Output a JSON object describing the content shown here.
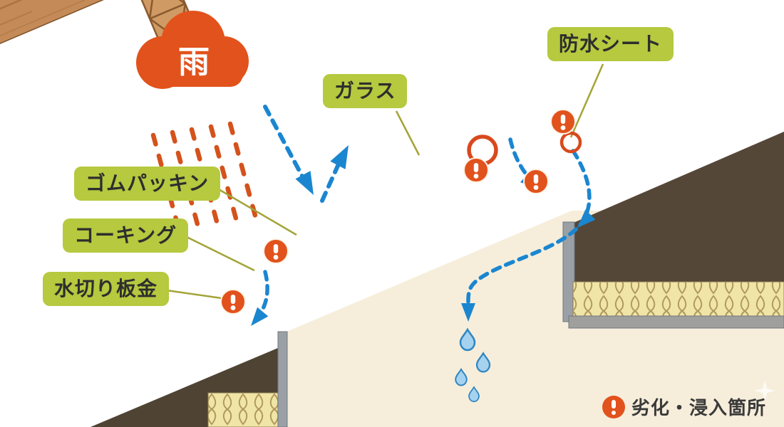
{
  "rain": {
    "label": "雨"
  },
  "labels": {
    "glass": "ガラス",
    "waterproof_sheet": "防水シート",
    "rubber_packing": "ゴムパッキン",
    "caulking": "コーキング",
    "flashing": "水切り板金"
  },
  "legend": {
    "text": "劣化・浸入箇所"
  },
  "icons": {
    "warning": "exclamation-badge",
    "rain_cloud": "cloud-icon",
    "water_drop": "droplet-icon",
    "highlight_ring": "circle-ring-icon",
    "sparkle": "star-icon"
  },
  "markers": {
    "warning_badge_count": 5,
    "highlight_ring_count": 2,
    "droplet_count": 4
  },
  "colors": {
    "accent_orange": "#e2521c",
    "label_green": "#b6c93f",
    "water_blue": "#1b86d0",
    "glass_blue": "#cde4f2",
    "wood_brown": "#c48a58",
    "attic_dark": "#554738",
    "insulation_yellow": "#f0e5a7",
    "interior_cream": "#f6eedb",
    "metal_gray": "#b4bcc4",
    "connector_olive": "#a3a437"
  }
}
